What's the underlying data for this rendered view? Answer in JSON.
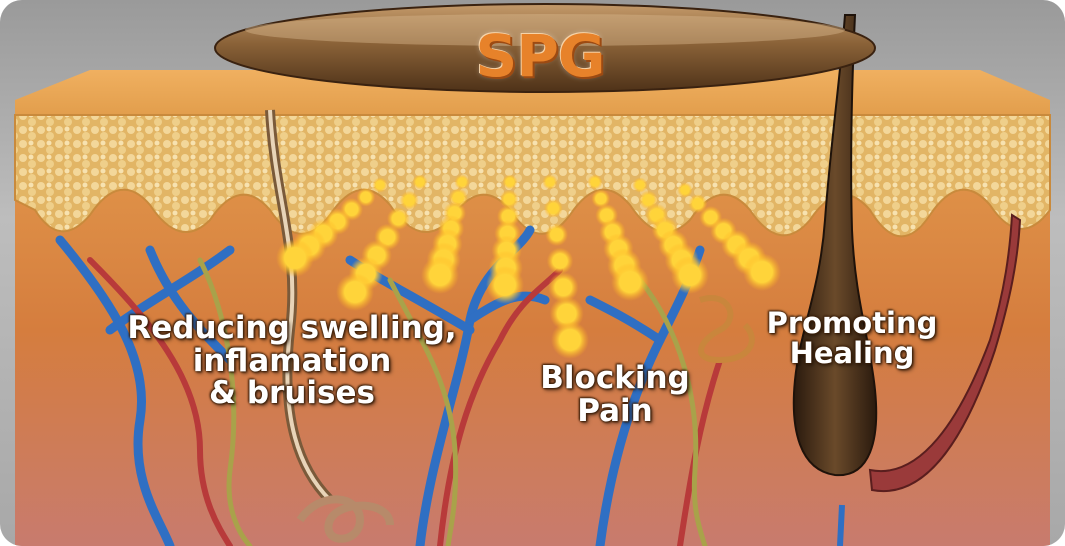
{
  "logo": {
    "text": "SPG"
  },
  "labels": {
    "swelling": "Reducing swelling,\ninflamation\n& bruises",
    "pain": "Blocking\nPain",
    "healing": "Promoting\nHealing"
  },
  "colors": {
    "skin": "#d8883e",
    "epidermis": "#e2a95b",
    "fat_layer": "#e8c27a",
    "vein": "#2f6fc3",
    "artery": "#b83a3a",
    "nerve": "#9a9a3a",
    "light_dot": "#ffd43a",
    "device": "#6b4a2a"
  },
  "icons": {
    "device": "device-head",
    "hair": "hair-follicle"
  }
}
